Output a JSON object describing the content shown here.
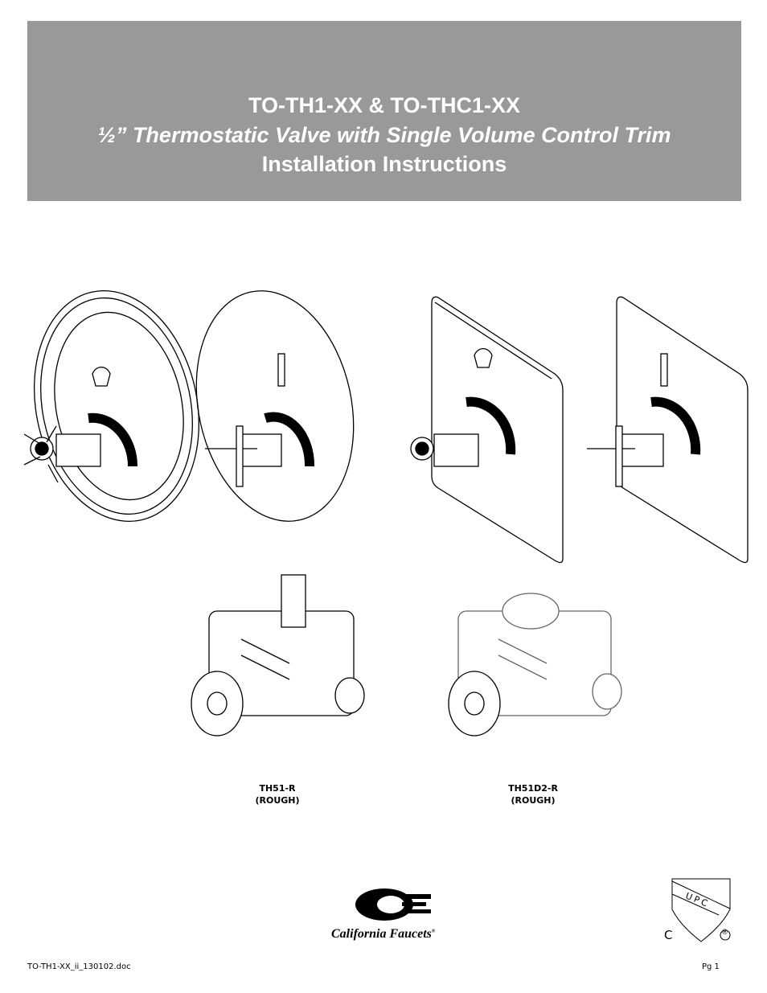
{
  "header": {
    "title": "TO-TH1-XX & TO-THC1-XX",
    "subtitle": "½” Thermostatic Valve with Single Volume Control Trim",
    "heading": "Installation Instructions",
    "background_color": "#999999"
  },
  "figures": {
    "rough_valves": [
      {
        "model": "TH51-R",
        "type": "(ROUGH)"
      },
      {
        "model": "TH51D2-R",
        "type": "(ROUGH)"
      }
    ]
  },
  "logo": {
    "brand": "California Faucets",
    "mark": "®"
  },
  "certification": {
    "text": "UPC",
    "c": "C",
    "mark": "®"
  },
  "footer": {
    "filename": "TO-TH1-XX_ii_130102.doc",
    "page": "Pg 1"
  }
}
